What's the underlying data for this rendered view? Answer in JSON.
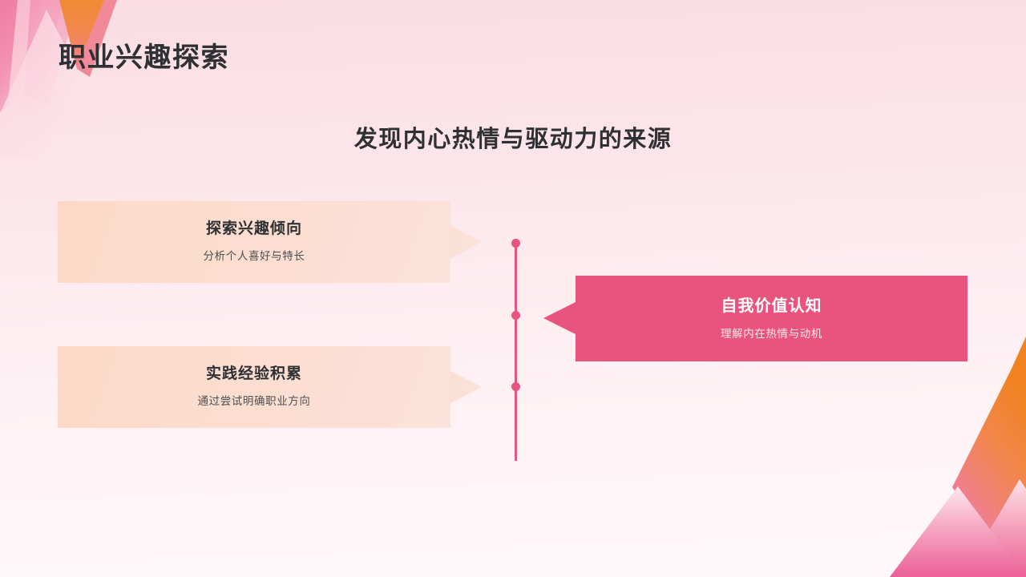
{
  "slide": {
    "title": "职业兴趣探索",
    "subtitle": "发现内心热情与驱动力的来源",
    "background": {
      "top_color": "#FBDDE3",
      "bottom_color": "#FFF8FA"
    },
    "accent_color": "#E8547D",
    "peach_color": "#FBDDCD",
    "text_color": "#2F3034"
  },
  "timeline": {
    "line_color": "#E8547D",
    "dot_count": 3
  },
  "cards": [
    {
      "id": "card-1",
      "title": "探索兴趣倾向",
      "desc": "分析个人喜好与特长",
      "side": "left",
      "fill": "#FBDDCD"
    },
    {
      "id": "card-2",
      "title": "实践经验积累",
      "desc": "通过尝试明确职业方向",
      "side": "left",
      "fill": "#FBDDCD"
    },
    {
      "id": "card-3",
      "title": "自我价值认知",
      "desc": "理解内在热情与动机",
      "side": "right",
      "fill": "#E8547D"
    }
  ],
  "decorations": {
    "top_left": "angled-ribbon-wedge-shapes",
    "bottom_right": "chevron-and-triangle-shapes"
  }
}
